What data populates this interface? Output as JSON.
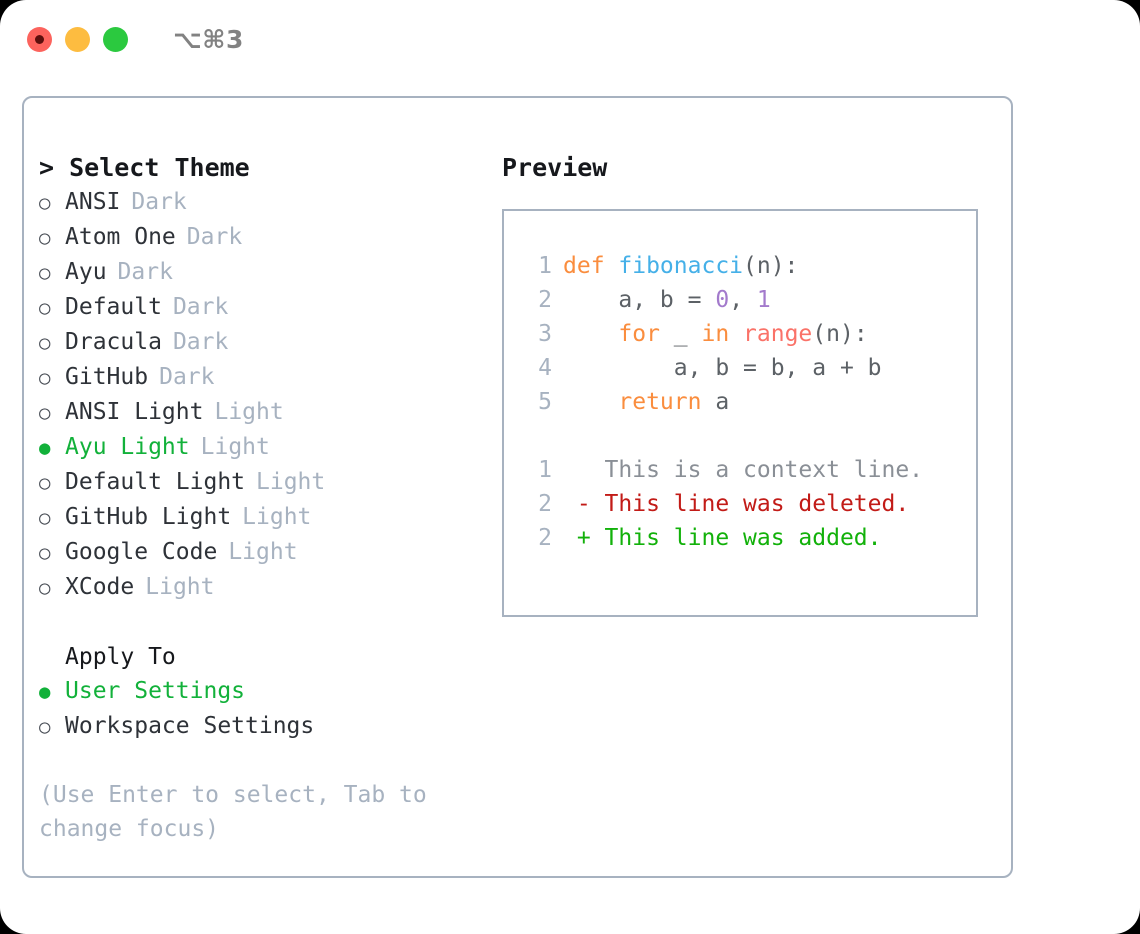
{
  "titlebar": {
    "shortcut": "⌥⌘3",
    "buttons": [
      {
        "name": "close",
        "color": "#fc635d"
      },
      {
        "name": "minimize",
        "color": "#fdbc40"
      },
      {
        "name": "zoom",
        "color": "#2bc93f"
      }
    ]
  },
  "theme_picker": {
    "header": "> Select Theme",
    "options": [
      {
        "label": "ANSI",
        "tag": "Dark",
        "selected": false
      },
      {
        "label": "Atom One",
        "tag": "Dark",
        "selected": false
      },
      {
        "label": "Ayu",
        "tag": "Dark",
        "selected": false
      },
      {
        "label": "Default",
        "tag": "Dark",
        "selected": false
      },
      {
        "label": "Dracula",
        "tag": "Dark",
        "selected": false
      },
      {
        "label": "GitHub",
        "tag": "Dark",
        "selected": false
      },
      {
        "label": "ANSI Light",
        "tag": "Light",
        "selected": false
      },
      {
        "label": "Ayu Light",
        "tag": "Light",
        "selected": true
      },
      {
        "label": "Default Light",
        "tag": "Light",
        "selected": false
      },
      {
        "label": "GitHub Light",
        "tag": "Light",
        "selected": false
      },
      {
        "label": "Google Code",
        "tag": "Light",
        "selected": false
      },
      {
        "label": "XCode",
        "tag": "Light",
        "selected": false
      }
    ],
    "bullet_selected": "●",
    "bullet_unselected": "○"
  },
  "apply_to": {
    "title": "Apply To",
    "options": [
      {
        "label": "User Settings",
        "selected": true
      },
      {
        "label": "Workspace Settings",
        "selected": false
      }
    ]
  },
  "hint": "(Use Enter to select, Tab to change focus)",
  "preview": {
    "title": "Preview",
    "code_lines": [
      {
        "ln": "1",
        "segments": [
          {
            "text": "def ",
            "cls": "tok-kw"
          },
          {
            "text": "fibonacci",
            "cls": "tok-fn"
          },
          {
            "text": "(n):",
            "cls": "tok-pl"
          }
        ]
      },
      {
        "ln": "2",
        "segments": [
          {
            "text": "    a, b = ",
            "cls": "tok-pl"
          },
          {
            "text": "0",
            "cls": "tok-num"
          },
          {
            "text": ", ",
            "cls": "tok-pl"
          },
          {
            "text": "1",
            "cls": "tok-num"
          }
        ]
      },
      {
        "ln": "3",
        "segments": [
          {
            "text": "    ",
            "cls": "tok-pl"
          },
          {
            "text": "for",
            "cls": "tok-kw"
          },
          {
            "text": " _ ",
            "cls": "tok-pl"
          },
          {
            "text": "in",
            "cls": "tok-kw"
          },
          {
            "text": " ",
            "cls": "tok-pl"
          },
          {
            "text": "range",
            "cls": "tok-bi"
          },
          {
            "text": "(n):",
            "cls": "tok-pl"
          }
        ]
      },
      {
        "ln": "4",
        "segments": [
          {
            "text": "        a, b = b, a + b",
            "cls": "tok-pl"
          }
        ]
      },
      {
        "ln": "5",
        "segments": [
          {
            "text": "    ",
            "cls": "tok-pl"
          },
          {
            "text": "return",
            "cls": "tok-kw"
          },
          {
            "text": " a",
            "cls": "tok-pl"
          }
        ]
      }
    ],
    "diff_lines": [
      {
        "ln": "1",
        "segments": [
          {
            "text": "   This is a context line.",
            "cls": "tok-ctx"
          }
        ]
      },
      {
        "ln": "2",
        "segments": [
          {
            "text": " - This line was deleted.",
            "cls": "tok-del"
          }
        ]
      },
      {
        "ln": "2",
        "segments": [
          {
            "text": " + This line was added.",
            "cls": "tok-add"
          }
        ]
      }
    ]
  },
  "colors": {
    "accent_green": "#12b13a",
    "muted": "#a7b2c0",
    "keyword": "#fa8d3e",
    "function": "#45b0e8",
    "number": "#a37acc",
    "builtin": "#fa7268",
    "plain": "#5c6166",
    "diff_context": "#8a8f96",
    "diff_delete": "#c21b17",
    "diff_add": "#12b10a"
  }
}
